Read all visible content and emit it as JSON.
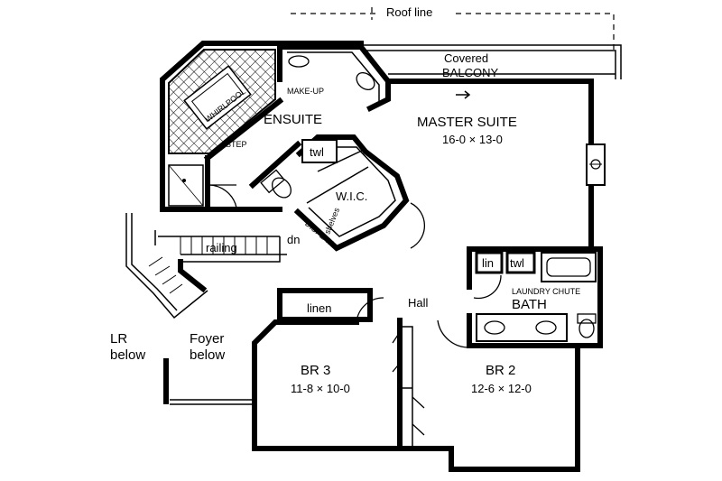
{
  "labels": {
    "roof_line": "Roof line",
    "covered": "Covered",
    "balcony": "BALCONY",
    "master_suite": "MASTER SUITE",
    "master_suite_dims": "16-0 × 13-0",
    "ensuite": "ENSUITE",
    "whirlpool": "WHIRLPOOL",
    "make_up": "MAKE-UP",
    "step": "STEP",
    "twl_top": "twl",
    "wic": "W.I.C.",
    "shelves": "shelves",
    "display": "DISPLAY",
    "dn": "dn",
    "railing": "railing",
    "lin": "lin",
    "twl_bath": "twl",
    "laundry_chute": "LAUNDRY CHUTE",
    "bath": "BATH",
    "hall": "Hall",
    "linen": "linen",
    "lr_below_1": "LR",
    "lr_below_2": "below",
    "foyer_below_1": "Foyer",
    "foyer_below_2": "below",
    "br3": "BR 3",
    "br3_dims": "11-8 × 10-0",
    "br2": "BR 2",
    "br2_dims": "12-6 × 12-0"
  }
}
